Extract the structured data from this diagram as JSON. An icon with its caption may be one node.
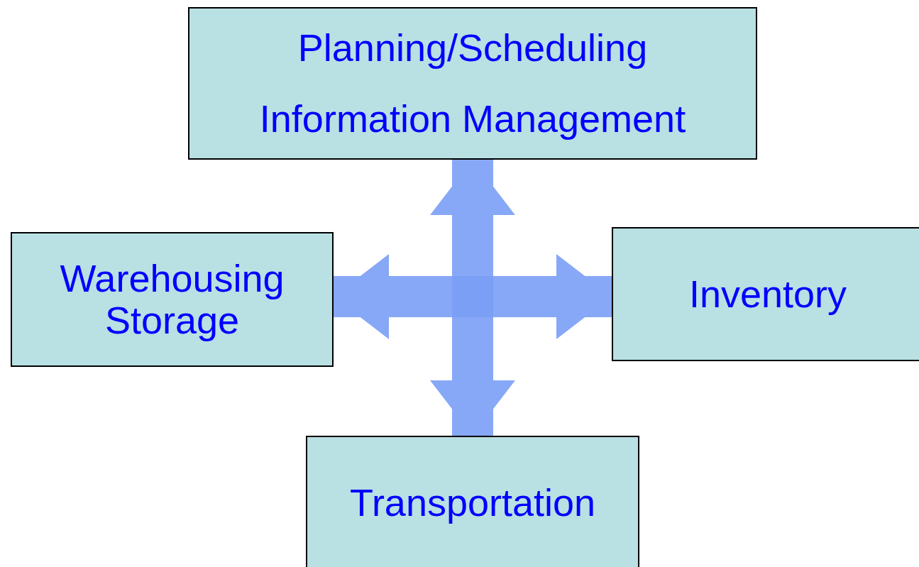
{
  "diagram": {
    "nodes": [
      {
        "text": [
          "Planning/Scheduling",
          "Information Management"
        ]
      },
      {
        "text": [
          "Warehousing Storage"
        ]
      },
      {
        "text": [
          "Inventory"
        ]
      },
      {
        "text": [
          "Transportation"
        ]
      }
    ],
    "edges": [
      {
        "from": 0,
        "to": 3,
        "arrow": "both"
      },
      {
        "from": 1,
        "to": 2,
        "arrow": "both"
      }
    ]
  }
}
